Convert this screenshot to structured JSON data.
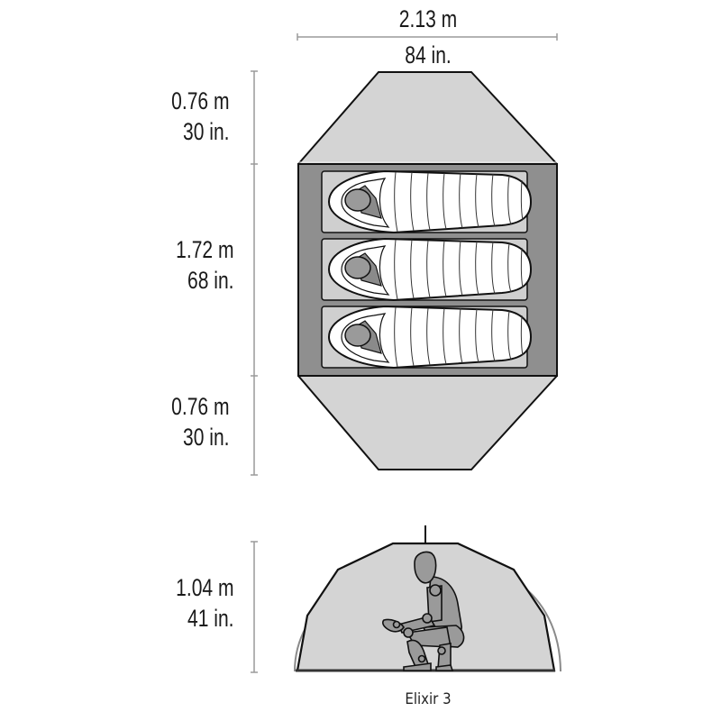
{
  "product": {
    "name": "Elixir 3"
  },
  "dimensions": {
    "width": {
      "metric": "2.13 m",
      "imperial": "84 in."
    },
    "vestibule_front": {
      "metric": "0.76 m",
      "imperial": "30 in."
    },
    "floor_length": {
      "metric": "1.72 m",
      "imperial": "68 in."
    },
    "vestibule_rear": {
      "metric": "0.76 m",
      "imperial": "30 in."
    },
    "peak_height": {
      "metric": "1.04 m",
      "imperial": "41 in."
    }
  },
  "views": {
    "floor_plan": {
      "sleepers": 3
    },
    "side_profile": {
      "figure": "crouching-person"
    }
  },
  "colors": {
    "fly_fill": "#d4d4d4",
    "floor_fill": "#8f8f8f",
    "pad_fill": "#cfcfcf",
    "bag_fill": "#ffffff",
    "head_fill": "#9a9a9a",
    "outline": "#111111",
    "dimension_line": "#9a9a9a"
  }
}
